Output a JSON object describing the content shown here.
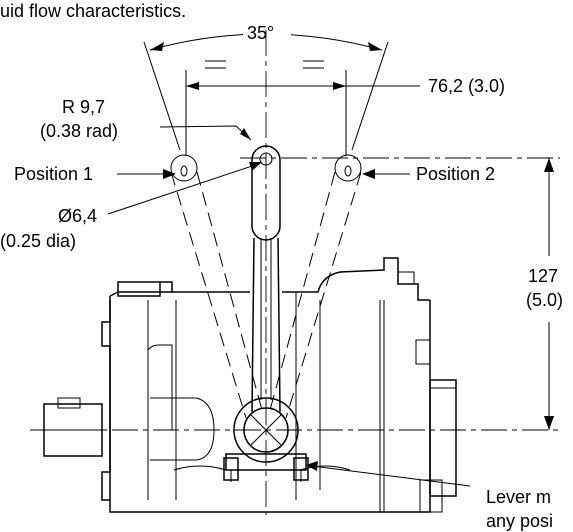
{
  "caption_fragment": "uid flow characteristics.",
  "labels": {
    "angle": "35°",
    "spacing": "76,2 (3.0)",
    "radius_mm": "R 9,7",
    "radius_in": "(0.38 rad)",
    "position_1": "Position 1",
    "position_2": "Position 2",
    "hole_mm": "Ø6,4",
    "hole_in": "(0.25 dia)",
    "height_mm": "127",
    "height_in": "(5.0)",
    "note_line1": "Lever m",
    "note_line2": "any posi"
  }
}
